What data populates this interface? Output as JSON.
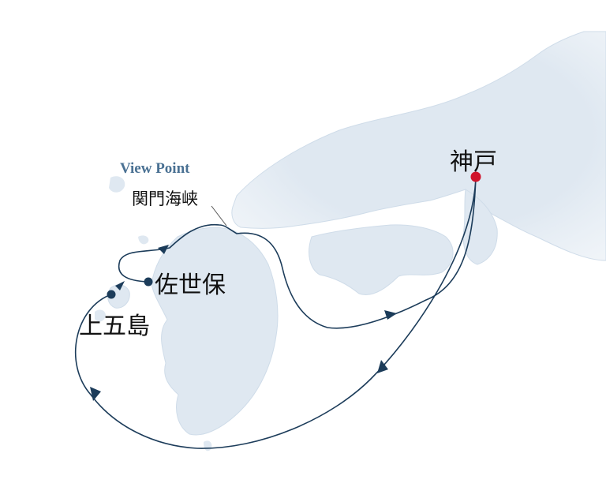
{
  "colors": {
    "land": "#dfe8f1",
    "land_edge": "#c9d8e6",
    "route": "#1c3c5a",
    "port_origin": "#d0142b",
    "port_stop": "#1c3c5a"
  },
  "viewpoint": {
    "title": "View Point",
    "name": "関門海峡"
  },
  "ports": {
    "origin": "神戸",
    "stop1": "佐世保",
    "stop2": "上五島"
  }
}
